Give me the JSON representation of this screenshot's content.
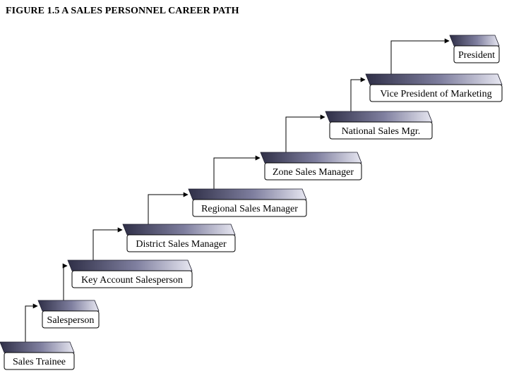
{
  "figure": {
    "title": "FIGURE 1.5  A SALES PERSONNEL CAREER PATH"
  },
  "colors": {
    "bevel_dark": "#2f2f47",
    "bevel_mid": "#7f7f9f",
    "bevel_light": "#e7e7f1",
    "face": "#ffffff",
    "line": "#000000"
  },
  "steps": [
    {
      "label": "Sales Trainee"
    },
    {
      "label": "Salesperson"
    },
    {
      "label": "Key Account Salesperson"
    },
    {
      "label": "District Sales Manager"
    },
    {
      "label": "Regional Sales Manager"
    },
    {
      "label": "Zone Sales Manager"
    },
    {
      "label": "National Sales Mgr."
    },
    {
      "label": "Vice President of Marketing"
    },
    {
      "label": "President"
    }
  ]
}
